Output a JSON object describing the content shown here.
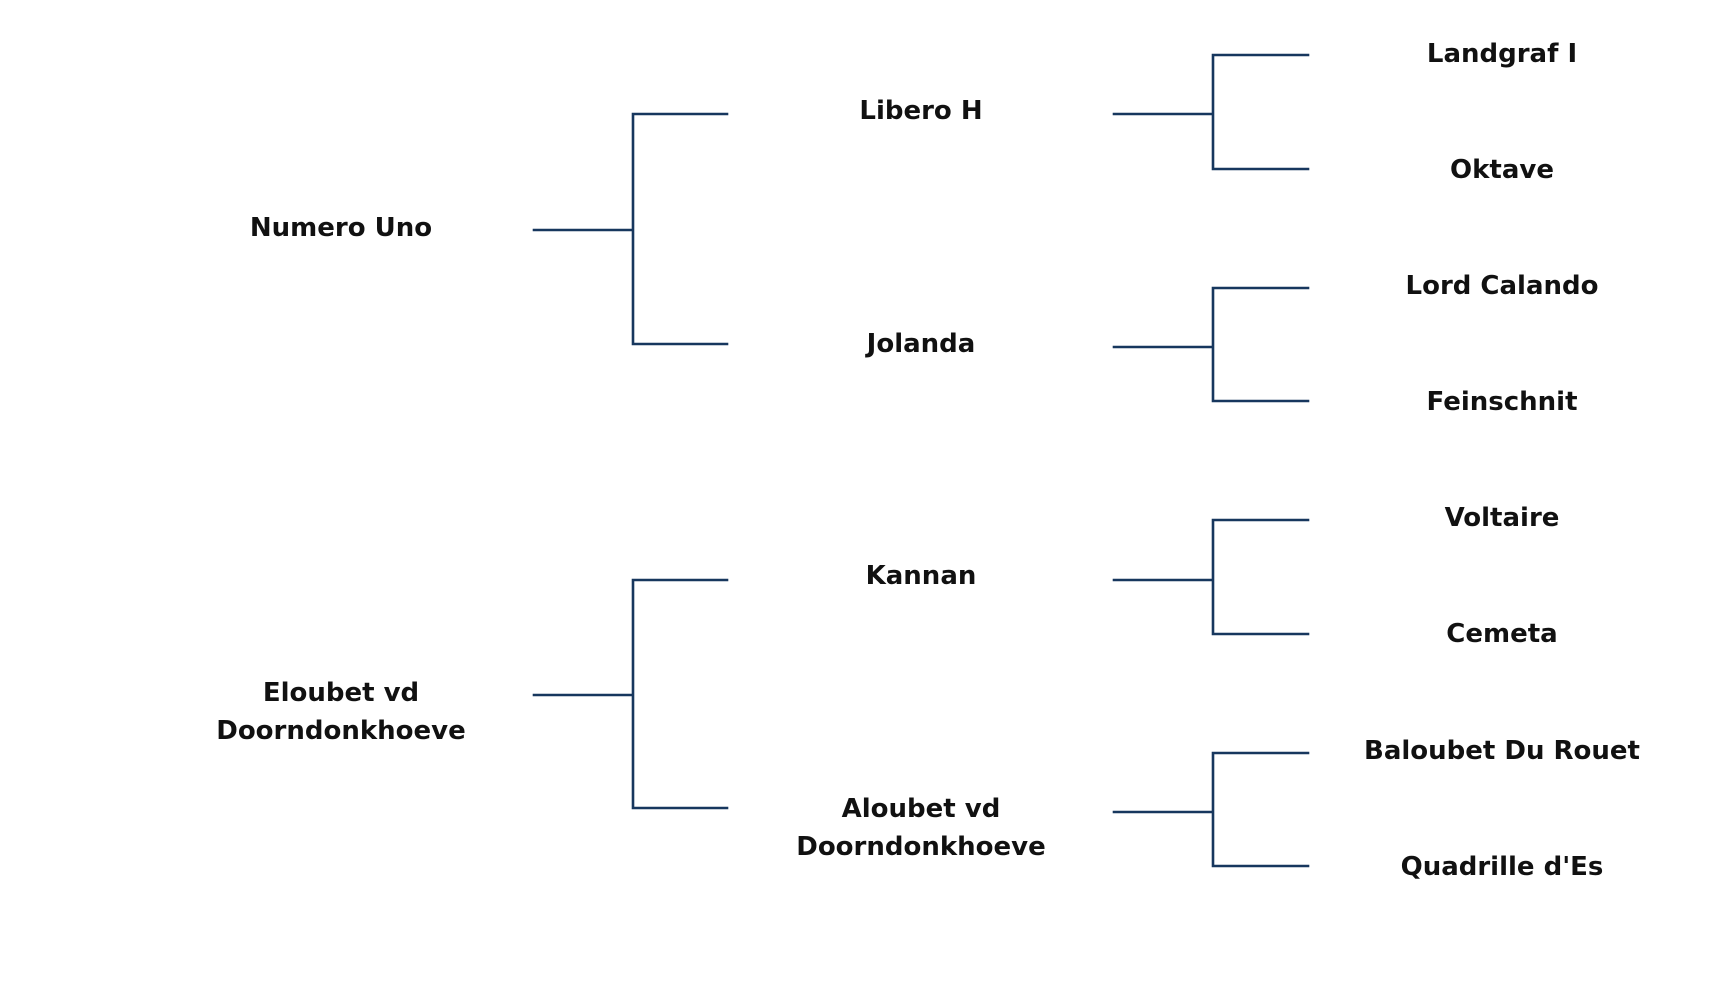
{
  "pedigree": {
    "line_color": "#17375e",
    "text_color": "#111111",
    "subject": [
      {
        "lines": [
          "Numero Uno"
        ]
      },
      {
        "lines": [
          "Eloubet vd",
          "Doorndonkhoeve"
        ]
      }
    ],
    "parents": [
      {
        "lines": [
          "Libero H"
        ]
      },
      {
        "lines": [
          "Jolanda"
        ]
      },
      {
        "lines": [
          "Kannan"
        ]
      },
      {
        "lines": [
          "Aloubet vd",
          "Doorndonkhoeve"
        ]
      }
    ],
    "grandparents": [
      {
        "lines": [
          "Landgraf I"
        ]
      },
      {
        "lines": [
          "Oktave"
        ]
      },
      {
        "lines": [
          "Lord Calando"
        ]
      },
      {
        "lines": [
          "Feinschnit"
        ]
      },
      {
        "lines": [
          "Voltaire"
        ]
      },
      {
        "lines": [
          "Cemeta"
        ]
      },
      {
        "lines": [
          "Baloubet Du Rouet"
        ]
      },
      {
        "lines": [
          "Quadrille d'Es"
        ]
      }
    ]
  }
}
